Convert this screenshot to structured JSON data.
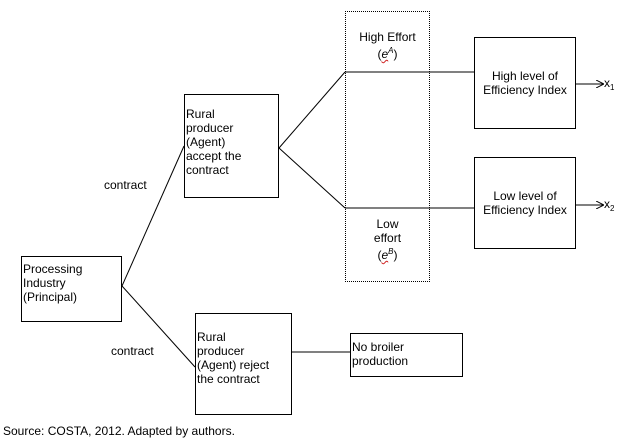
{
  "nodes": {
    "principal": {
      "lines": [
        "Processing",
        "Industry",
        "(Principal)"
      ]
    },
    "accept": {
      "lines": [
        "Rural",
        "producer",
        "(Agent)",
        "accept the",
        "contract"
      ]
    },
    "reject": {
      "lines": [
        "Rural",
        "producer",
        "(Agent) reject",
        "the contract"
      ]
    },
    "no_broiler": {
      "lines": [
        "No broiler",
        "production"
      ]
    },
    "high_index": {
      "lines": [
        "High level of",
        "Efficiency Index"
      ]
    },
    "low_index": {
      "lines": [
        "Low level of",
        "Efficiency Index"
      ]
    }
  },
  "effort": {
    "high": {
      "label": "High Effort",
      "symbol_base": "e",
      "symbol_sup": "A"
    },
    "low": {
      "lines": [
        "Low",
        "effort"
      ],
      "symbol_base": "e",
      "symbol_sup": "B"
    }
  },
  "edges": {
    "contract_upper": "contract",
    "contract_lower": "contract"
  },
  "outputs": {
    "x1": {
      "base": "x",
      "sub": "1"
    },
    "x2": {
      "base": "x",
      "sub": "2"
    }
  },
  "source": "Source: COSTA, 2012. Adapted by authors."
}
